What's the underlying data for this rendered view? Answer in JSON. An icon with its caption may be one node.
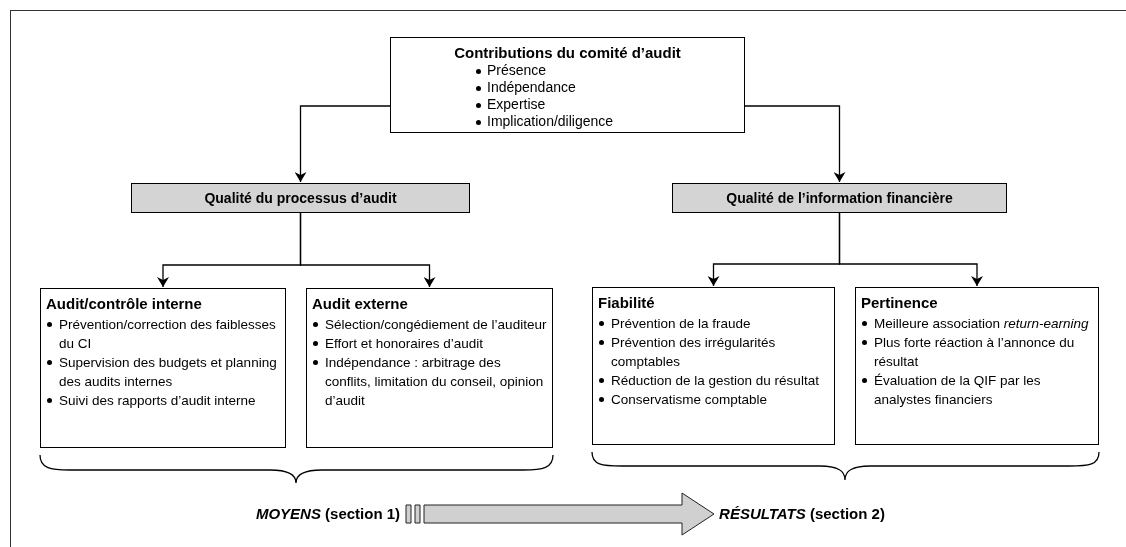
{
  "diagram": {
    "nodes": [
      {
        "text": [
          "Contributions du comité d’audit",
          "Présence",
          "Indépendance",
          "Expertise",
          "Implication/diligence"
        ]
      },
      {
        "text": [
          "Qualité du processus d’audit"
        ]
      },
      {
        "text": [
          "Qualité de l’information financière"
        ]
      },
      {
        "text": [
          "Audit/contrôle interne",
          "Prévention/correction des faiblesses du CI",
          "Supervision des budgets et planning des audits internes",
          "Suivi des rapports d’audit interne"
        ]
      },
      {
        "text": [
          "Audit externe",
          "Sélection/congédiement de l’auditeur",
          "Effort et honoraires d’audit",
          "Indépendance : arbitrage des conflits, limitation du conseil, opinion d’audit"
        ]
      },
      {
        "text": [
          "Fiabilité",
          "Prévention de la fraude",
          "Prévention des irrégularités comptables",
          "Réduction de la gestion du résultat",
          "Conservatisme comptable"
        ]
      },
      {
        "text": [
          "Pertinence",
          "Meilleure association *return-earning*",
          "Plus forte réaction à l’annonce du résultat",
          "Évaluation de la QIF par les analystes financiers"
        ]
      },
      {
        "text": [
          "*MOYENS* (section 1)"
        ]
      },
      {
        "text": [
          "*RÉSULTATS* (section 2)"
        ]
      }
    ],
    "edges": [
      {
        "from": 0,
        "to": 1,
        "arrow": "to"
      },
      {
        "from": 0,
        "to": 2,
        "arrow": "to"
      },
      {
        "from": 1,
        "to": 3,
        "arrow": "to"
      },
      {
        "from": 1,
        "to": 4,
        "arrow": "to"
      },
      {
        "from": 2,
        "to": 5,
        "arrow": "to"
      },
      {
        "from": 2,
        "to": 6,
        "arrow": "to"
      },
      {
        "from": 7,
        "to": 8,
        "arrow": "to",
        "style": "thick"
      }
    ]
  }
}
